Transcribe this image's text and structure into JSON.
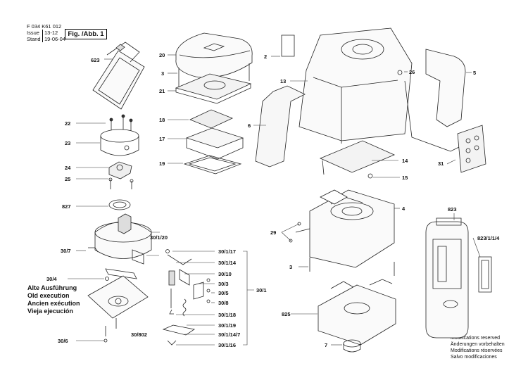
{
  "header": {
    "doc_number": "F 034 K61 012",
    "issue_label": "Issue",
    "issue_value": "13-12",
    "stand_label": "Stand",
    "stand_value": "19-06-04",
    "fig_label": "Fig. /Abb. 1"
  },
  "old_execution": [
    "Alte Ausführung",
    "Old execution",
    "Ancien exécution",
    "Vieja ejecución"
  ],
  "modifications": [
    "Modifications reserved",
    "Änderungen vorbehalten",
    "Modifications réservées",
    "Salvo modificaciones"
  ],
  "part_numbers": {
    "p623": "623",
    "p22": "22",
    "p23": "23",
    "p24": "24",
    "p25": "25",
    "p827": "827",
    "p30_7": "30/7",
    "p30_4": "30/4",
    "p30_6": "30/6",
    "p30_802": "30/802",
    "p30_1_20": "30/1/20",
    "p20": "20",
    "p3a": "3",
    "p21": "21",
    "p18": "18",
    "p17": "17",
    "p19": "19",
    "p30_1_17": "30/1/17",
    "p30_1_14": "30/1/14",
    "p30_10": "30/10",
    "p30_3": "30/3",
    "p30_5": "30/5",
    "p30_8": "30/8",
    "p30_1_18": "30/1/18",
    "p30_1_19": "30/1/19",
    "p30_1_14_7": "30/1/14/7",
    "p30_1_16": "30/1/16",
    "p30_1": "30/1",
    "p2": "2",
    "p13": "13",
    "p6": "6",
    "p26": "26",
    "p5": "5",
    "p14": "14",
    "p15": "15",
    "p31": "31",
    "p4": "4",
    "p29": "29",
    "p3b": "3",
    "p825": "825",
    "p7": "7",
    "p823": "823",
    "p823_1_1_4": "823/1/1/4"
  }
}
